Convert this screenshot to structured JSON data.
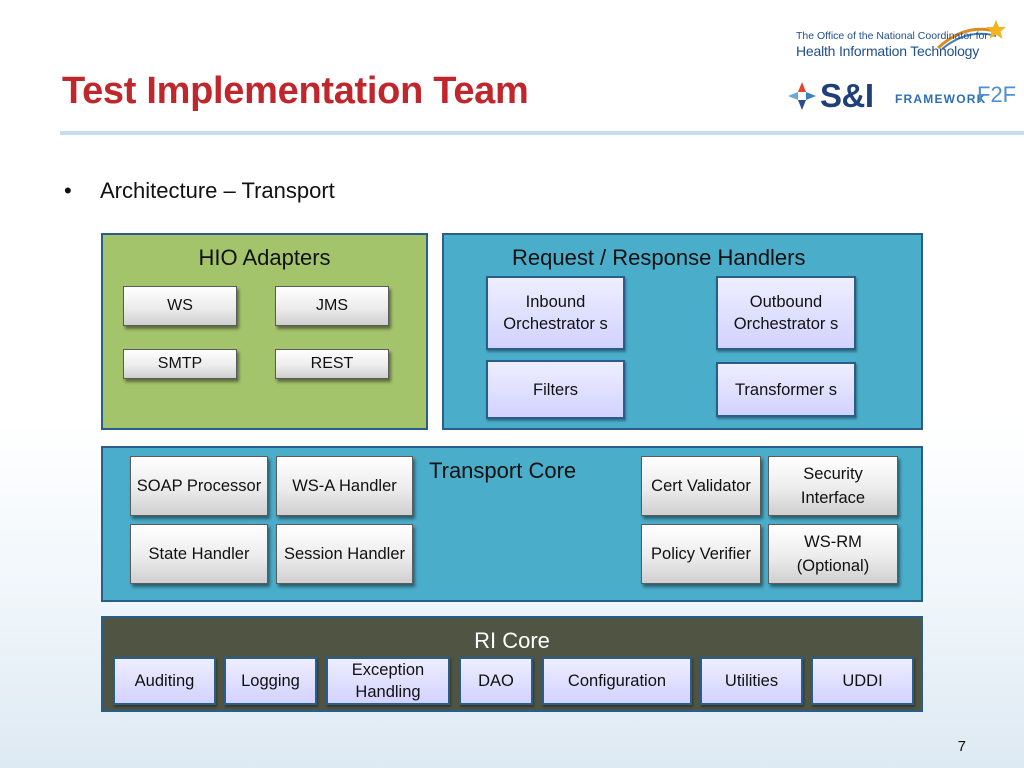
{
  "slide": {
    "title": "Test Implementation Team",
    "bullet": "Architecture – Transport",
    "page_number": "7"
  },
  "logos": {
    "onc_line1": "The Office of the National Coordinator for",
    "onc_line2": "Health Information Technology",
    "si_brand": "S&I",
    "si_framework": "FRAMEWORK",
    "si_f2f": "F2F"
  },
  "diagram": {
    "hio": {
      "title": "HIO Adapters",
      "items": [
        "WS",
        "JMS",
        "SMTP",
        "REST"
      ]
    },
    "handlers": {
      "title": "Request / Response Handlers",
      "inbound": "Inbound Orchestrator s",
      "outbound": "Outbound Orchestrator s",
      "filters": "Filters",
      "transformers": "Transformer s"
    },
    "transport": {
      "title": "Transport Core",
      "soap": "SOAP Processor",
      "wsa": "WS-A Handler",
      "state": "State Handler",
      "session": "Session Handler",
      "cert": "Cert Validator",
      "security": "Security Interface",
      "policy": "Policy Verifier",
      "wsrm": "WS-RM (Optional)"
    },
    "ri": {
      "title": "RI Core",
      "items": [
        "Auditing",
        "Logging",
        "Exception Handling",
        "DAO",
        "Configuration",
        "Utilities",
        "UDDI"
      ]
    }
  },
  "colors": {
    "title_red": "#c0272d",
    "hio_panel": "#a4c46c",
    "blue_panel": "#4aadca",
    "ri_panel": "#4f5443",
    "violet_box": "#d2d2ff"
  }
}
